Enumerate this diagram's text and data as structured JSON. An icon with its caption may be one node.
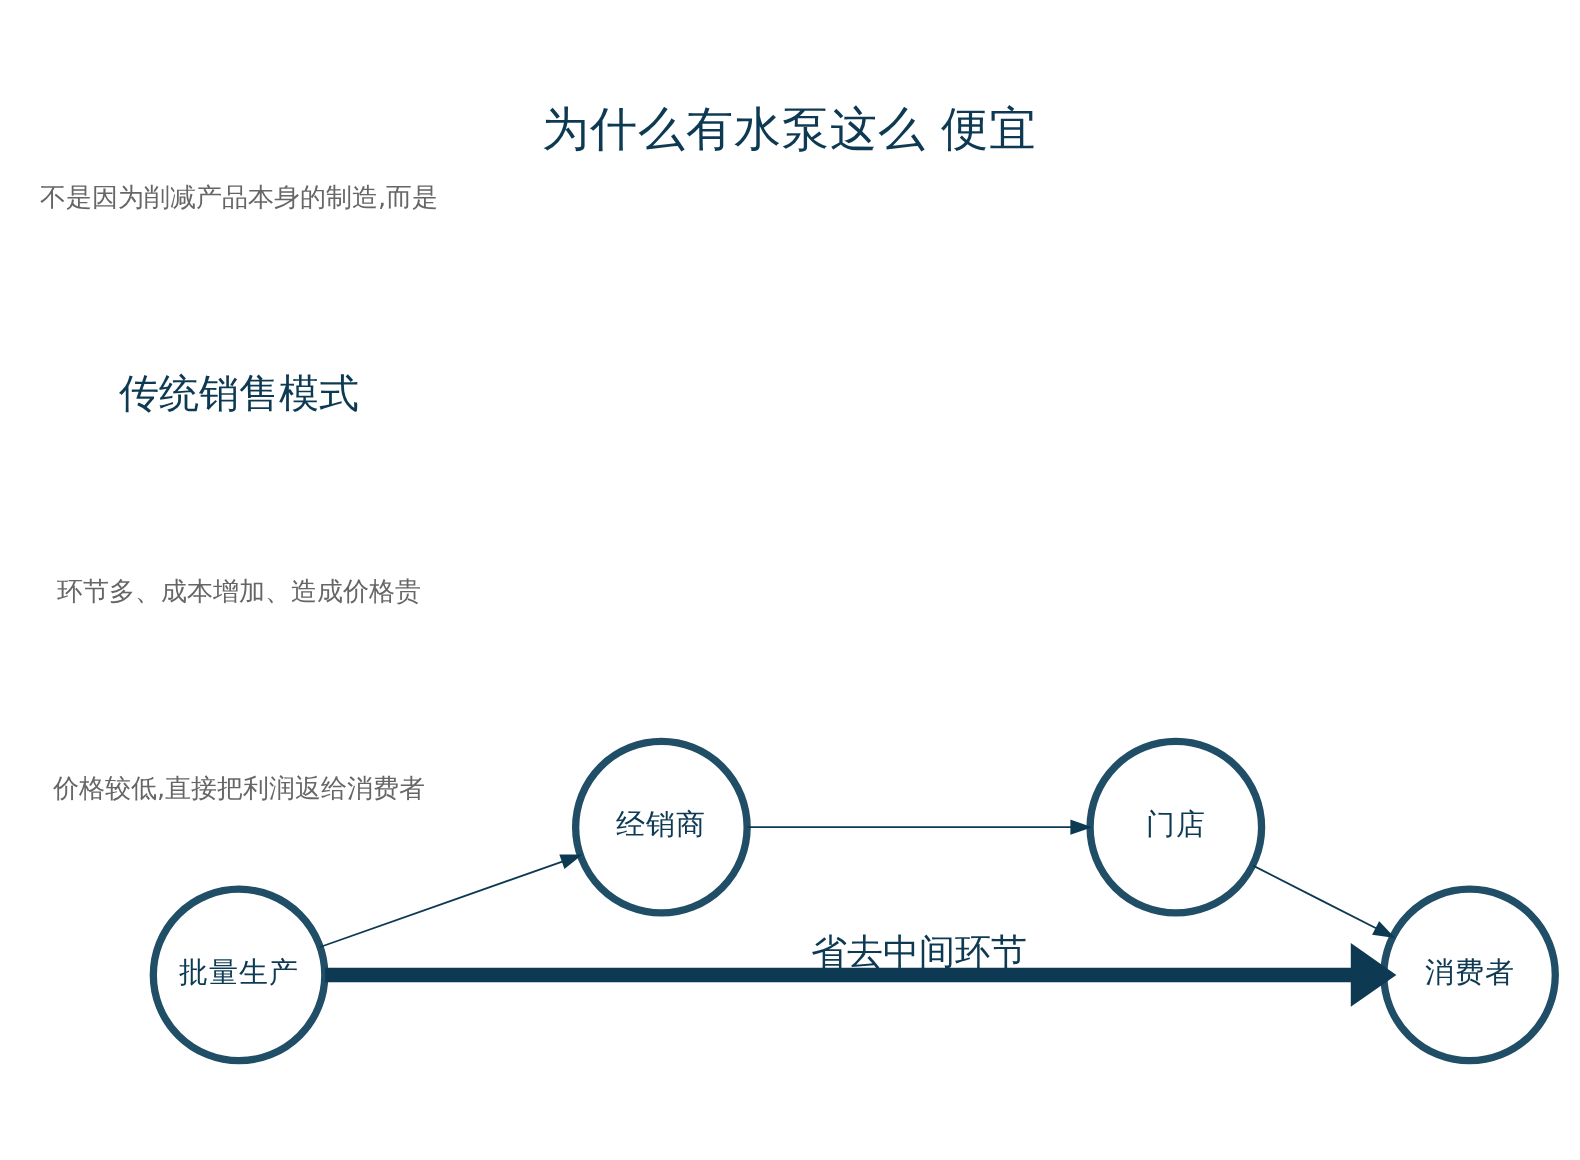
{
  "diagram": {
    "title": "为什么有水泵这么 便宜",
    "nodes": [
      {
        "text": [
          "批量生产"
        ]
      },
      {
        "text": [
          "经销商"
        ]
      },
      {
        "text": [
          "门店"
        ]
      },
      {
        "text": [
          "消费者"
        ]
      }
    ],
    "edges": [
      {
        "from": 0,
        "to": 1,
        "arrow": "to"
      },
      {
        "from": 1,
        "to": 2,
        "arrow": "to"
      },
      {
        "from": 2,
        "to": 3,
        "arrow": "to"
      },
      {
        "from": 0,
        "to": 3,
        "arrow": "to",
        "label": "省去中间环节",
        "style": "thick"
      }
    ],
    "labels": [
      "不是因为削减产品本身的制造,而是",
      "传统销售模式",
      "环节多、成本增加、造成价格贵",
      "价格较低,直接把利润返给消费者"
    ]
  }
}
